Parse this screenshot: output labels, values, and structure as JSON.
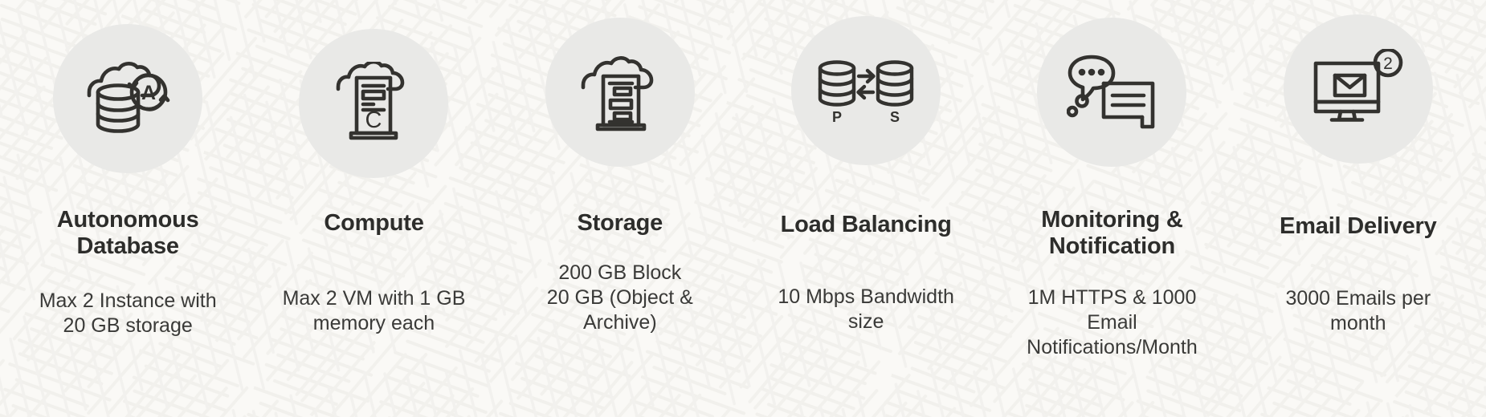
{
  "palette": {
    "background": "#faf9f6",
    "texture_line": "#f1f0ec",
    "circle_fill": "#e9e9e7",
    "icon_stroke": "#33322f",
    "title_color": "#2d2d2b",
    "desc_color": "#3a3a38"
  },
  "services": [
    {
      "id": "autonomous-database",
      "icon": "cloud-database-auto-icon",
      "icon_badge_letter": "A",
      "title": "Autonomous\nDatabase",
      "description": "Max 2 Instance with\n20 GB storage"
    },
    {
      "id": "compute",
      "icon": "cloud-compute-rack-icon",
      "icon_badge_letter": "C",
      "title": "Compute",
      "description": "Max 2 VM  with 1 GB\nmemory each"
    },
    {
      "id": "storage",
      "icon": "cloud-storage-rack-icon",
      "icon_badge_letter": "",
      "title": "Storage",
      "description": "200 GB Block\n20 GB (Object &\nArchive)"
    },
    {
      "id": "load-balancing",
      "icon": "database-replication-icon",
      "icon_labels": [
        "P",
        "S"
      ],
      "title": "Load Balancing",
      "description": "10 Mbps Bandwidth\nsize"
    },
    {
      "id": "monitoring-notification",
      "icon": "chat-bubbles-icon",
      "title": "Monitoring &\nNotification",
      "description": "1M HTTPS & 1000\nEmail\nNotifications/Month"
    },
    {
      "id": "email-delivery",
      "icon": "monitor-envelope-icon",
      "icon_badge_count": "2",
      "title": "Email Delivery",
      "description": "3000 Emails per\nmonth"
    }
  ]
}
